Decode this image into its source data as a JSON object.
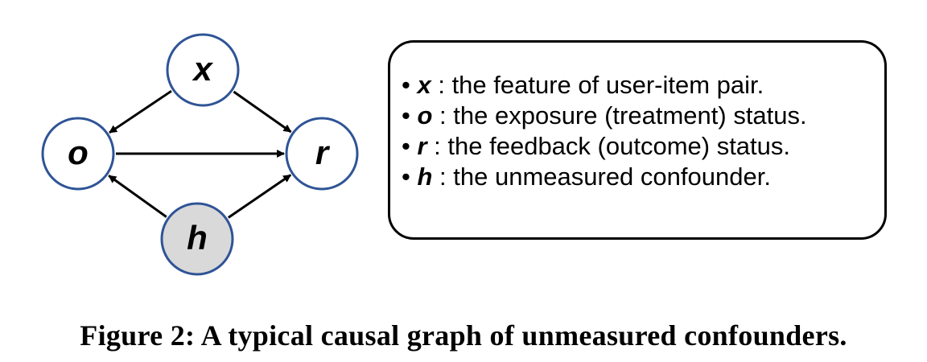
{
  "graph": {
    "nodes": [
      {
        "id": "x",
        "label": "x",
        "fill": "#ffffff"
      },
      {
        "id": "o",
        "label": "o",
        "fill": "#ffffff"
      },
      {
        "id": "r",
        "label": "r",
        "fill": "#ffffff"
      },
      {
        "id": "h",
        "label": "h",
        "fill": "#d9d9d9"
      }
    ],
    "edges": [
      {
        "from": "x",
        "to": "o"
      },
      {
        "from": "x",
        "to": "r"
      },
      {
        "from": "o",
        "to": "r"
      },
      {
        "from": "h",
        "to": "o"
      },
      {
        "from": "h",
        "to": "r"
      }
    ],
    "node_border_color": "#2f5496"
  },
  "legend": {
    "items": [
      {
        "bullet": "•",
        "var": "x",
        "text": " : the feature of user-item pair."
      },
      {
        "bullet": "•",
        "var": "o",
        "text": " : the exposure (treatment) status."
      },
      {
        "bullet": "•",
        "var": "r",
        "text": " : the feedback (outcome) status."
      },
      {
        "bullet": "•",
        "var": "h",
        "text": " : the unmeasured confounder."
      }
    ]
  },
  "caption": "Figure 2: A typical causal graph of unmeasured confounders."
}
